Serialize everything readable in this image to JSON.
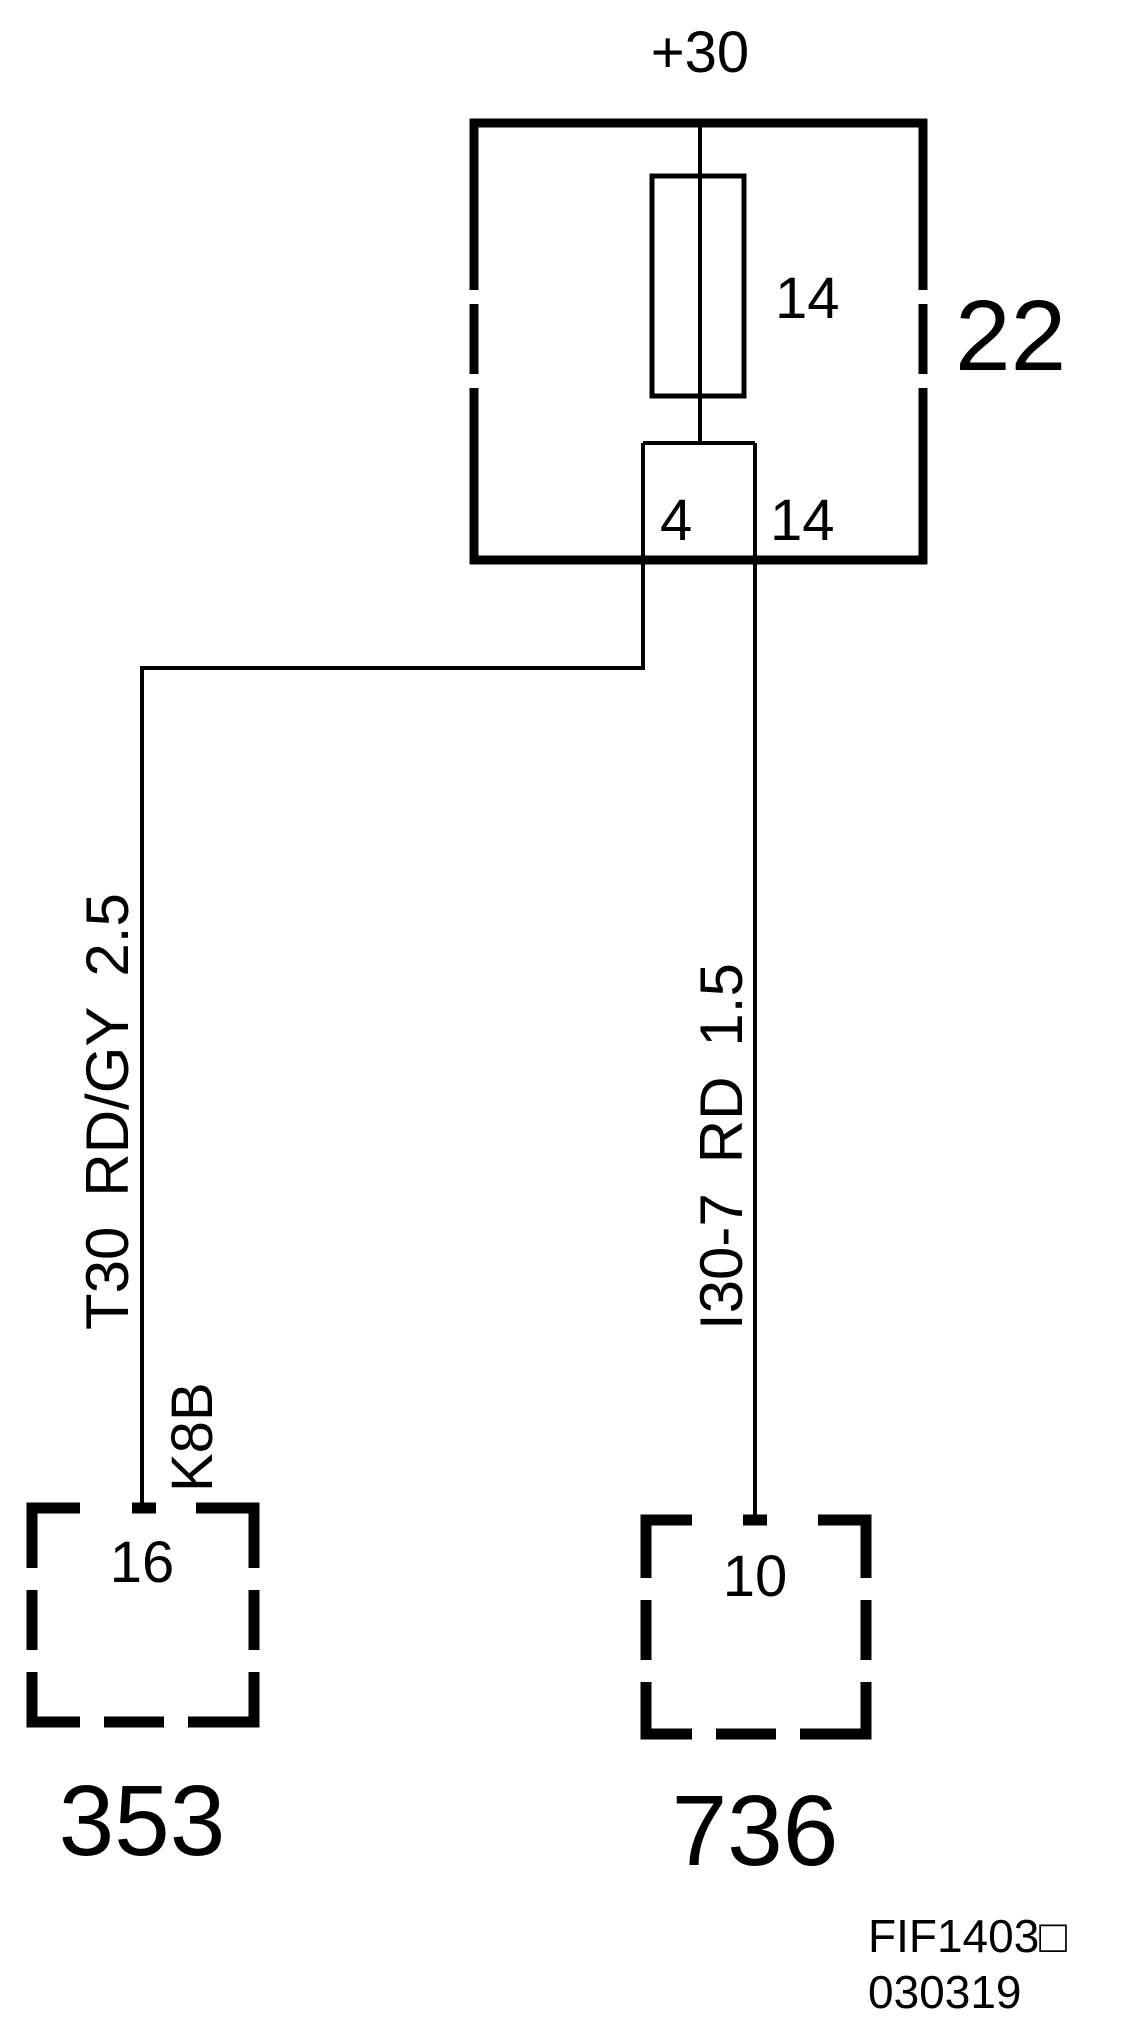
{
  "supply": {
    "label": "+30"
  },
  "fuse_box": {
    "id": "22",
    "fuse_number": "14",
    "pins": [
      "4",
      "14"
    ]
  },
  "wires": [
    {
      "circuit": "T30",
      "color": "RD/GY",
      "gauge": "2.5"
    },
    {
      "circuit": "I30-7",
      "color": "RD",
      "gauge": "1.5"
    }
  ],
  "connectors": [
    {
      "id": "353",
      "pin": "16",
      "plug": "K8B"
    },
    {
      "id": "736",
      "pin": "10"
    }
  ],
  "reference": {
    "code": "FIF1403□",
    "date": "030319"
  }
}
